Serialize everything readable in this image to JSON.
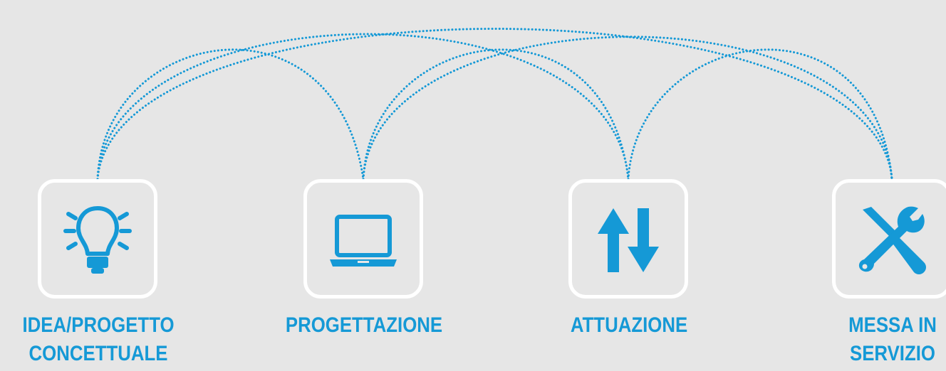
{
  "colors": {
    "background": "#e6e6e6",
    "accent": "#1599d6",
    "box_border": "#ffffff"
  },
  "steps": [
    {
      "icon": "lightbulb-icon",
      "label_line1": "IDEA/PROGETTO",
      "label_line2": "CONCETTUALE"
    },
    {
      "icon": "laptop-icon",
      "label_line1": "PROGETTAZIONE",
      "label_line2": ""
    },
    {
      "icon": "up-down-arrows-icon",
      "label_line1": "ATTUAZIONE",
      "label_line2": ""
    },
    {
      "icon": "screwdriver-wrench-icon",
      "label_line1": "MESSA IN",
      "label_line2": "SERVIZIO"
    }
  ]
}
